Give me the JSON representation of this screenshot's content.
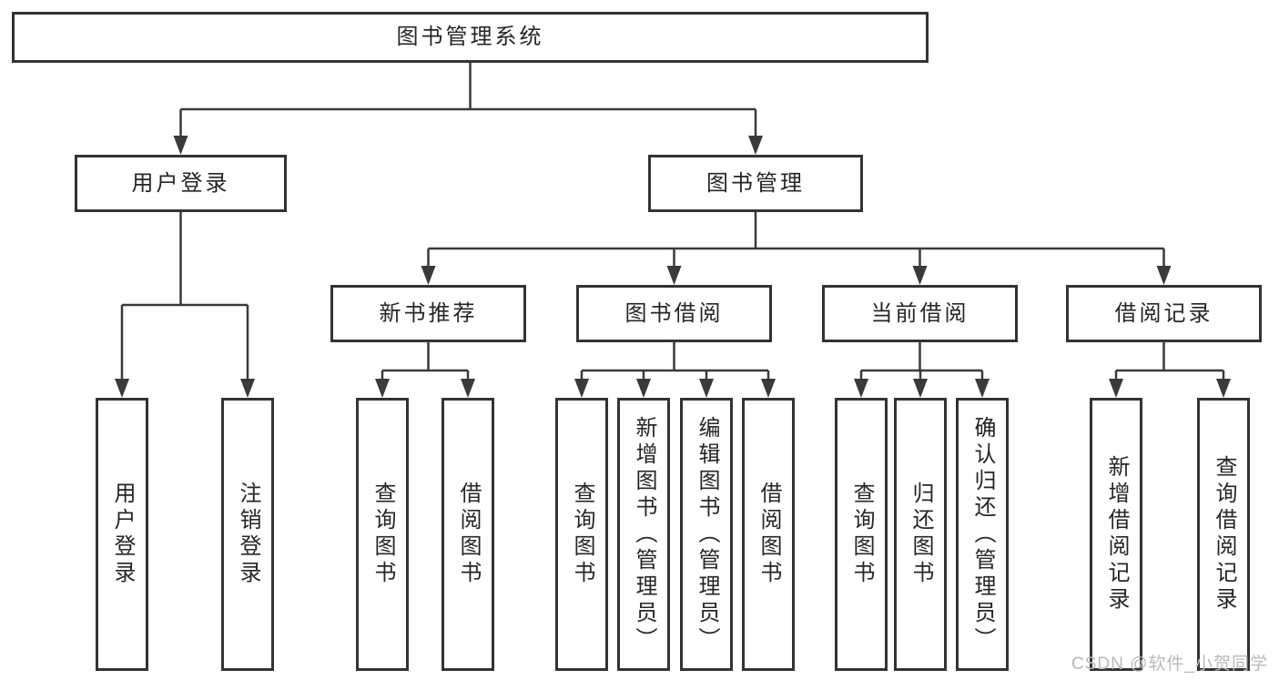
{
  "colors": {
    "border": "#333333",
    "line": "#3a3a3a",
    "text": "#262626",
    "watermark": "#b9b9b9",
    "background": "#ffffff"
  },
  "watermark": {
    "text": "CSDN @软件_小贺同学"
  },
  "tree": {
    "root": {
      "label": "图书管理系统",
      "children": [
        {
          "label": "用户登录",
          "children": [
            {
              "label": "用户登录"
            },
            {
              "label": "注销登录"
            }
          ]
        },
        {
          "label": "图书管理",
          "children": [
            {
              "label": "新书推荐",
              "children": [
                {
                  "label": "查询图书"
                },
                {
                  "label": "借阅图书"
                }
              ]
            },
            {
              "label": "图书借阅",
              "children": [
                {
                  "label": "查询图书"
                },
                {
                  "label": "新增图书（管理员）"
                },
                {
                  "label": "编辑图书（管理员）"
                },
                {
                  "label": "借阅图书"
                }
              ]
            },
            {
              "label": "当前借阅",
              "children": [
                {
                  "label": "查询图书"
                },
                {
                  "label": "归还图书"
                },
                {
                  "label": "确认归还（管理员）"
                }
              ]
            },
            {
              "label": "借阅记录",
              "children": [
                {
                  "label": "新增借阅记录"
                },
                {
                  "label": "查询借阅记录"
                }
              ]
            }
          ]
        }
      ]
    }
  }
}
